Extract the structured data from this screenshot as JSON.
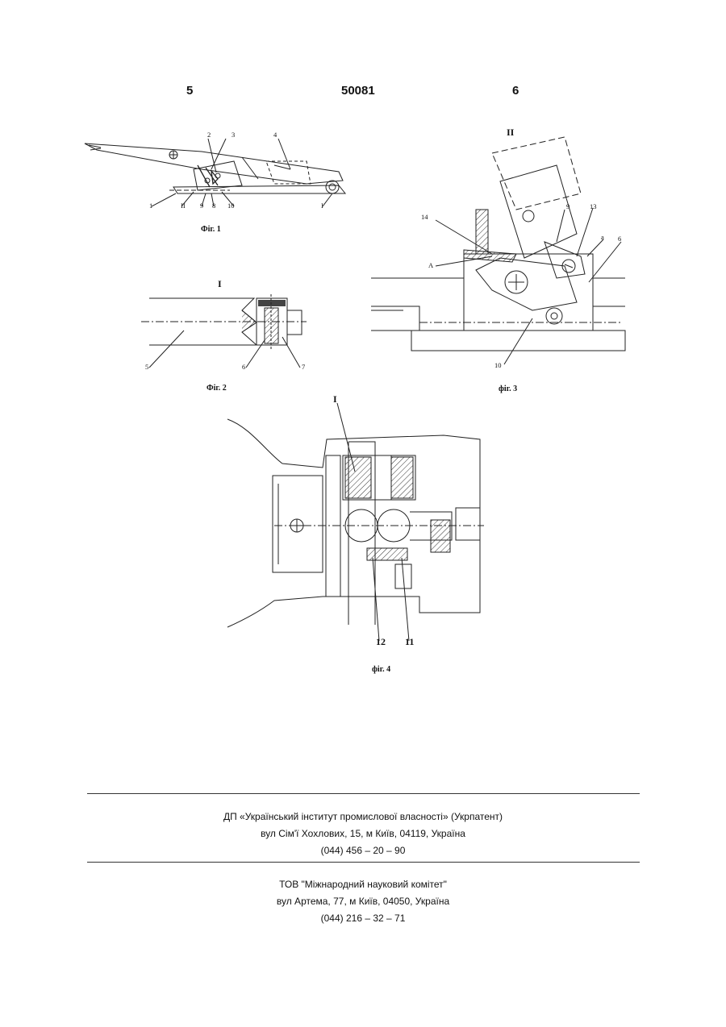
{
  "header": {
    "left_page": "5",
    "doc_number": "50081",
    "right_page": "6"
  },
  "figures": {
    "fig1": {
      "caption": "Фіг. 1",
      "labels": [
        "2",
        "3",
        "4",
        "1",
        "II",
        "9",
        "8",
        "10",
        "I"
      ]
    },
    "fig2": {
      "caption": "Фіг. 2",
      "title": "I",
      "labels": [
        "5",
        "6",
        "7"
      ]
    },
    "fig3": {
      "caption": "фіг. 3",
      "title": "II",
      "labels": [
        "9",
        "13",
        "14",
        "a",
        "6",
        "A",
        "10"
      ]
    },
    "fig4": {
      "caption": "фіг. 4",
      "labels": [
        "I",
        "12",
        "11"
      ]
    }
  },
  "footer": {
    "org1": {
      "name": "ДП «Український інститут промислової власності» (Укрпатент)",
      "address": "вул  Сім'ї Хохлових, 15, м  Київ, 04119, Україна",
      "phone": "(044) 456 – 20 –  90"
    },
    "org2": {
      "name": "ТОВ \"Міжнародний науковий комітет\"",
      "address": "вул  Артема, 77, м  Київ, 04050, Україна",
      "phone": "(044) 216 – 32 – 71"
    }
  }
}
